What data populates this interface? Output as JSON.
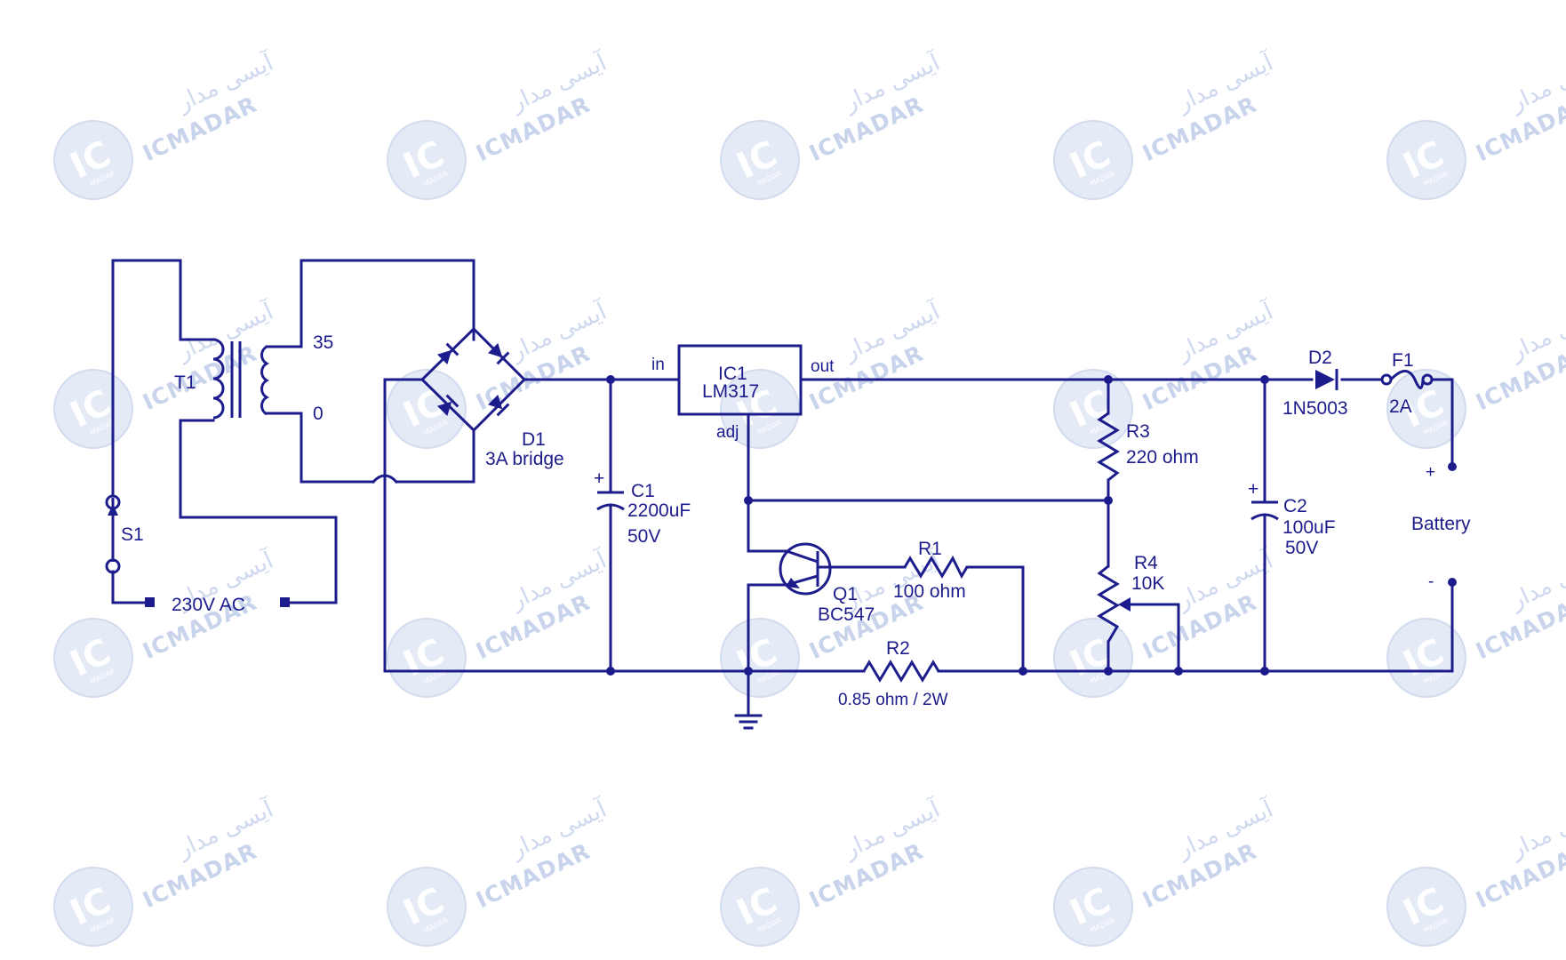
{
  "watermark": {
    "latin": "ICMADAR",
    "farsi": "آیسی مدار",
    "logo_mark": "IC",
    "logo_sub": "MADAR"
  },
  "transformer": {
    "ref": "T1",
    "tap_high": "35",
    "tap_low": "0"
  },
  "switch": {
    "ref": "S1"
  },
  "ac_source": {
    "label": "230V AC"
  },
  "bridge": {
    "ref": "D1",
    "value": "3A bridge"
  },
  "regulator": {
    "ref": "IC1",
    "part": "LM317",
    "pin_in": "in",
    "pin_out": "out",
    "pin_adj": "adj"
  },
  "c1": {
    "ref": "C1",
    "value": "2200uF",
    "voltage": "50V",
    "polarity": "+"
  },
  "c2": {
    "ref": "C2",
    "value": "100uF",
    "voltage": "50V",
    "polarity": "+"
  },
  "q1": {
    "ref": "Q1",
    "part": "BC547"
  },
  "r1": {
    "ref": "R1",
    "value": "100 ohm"
  },
  "r2": {
    "ref": "R2",
    "value": "0.85 ohm / 2W"
  },
  "r3": {
    "ref": "R3",
    "value": "220 ohm"
  },
  "r4": {
    "ref": "R4",
    "value": "10K"
  },
  "d2": {
    "ref": "D2",
    "part": "1N5003"
  },
  "f1": {
    "ref": "F1",
    "value": "2A"
  },
  "battery": {
    "label": "Battery",
    "plus": "+",
    "minus": "-"
  },
  "colors": {
    "ink": "#1c1c8c",
    "watermark": "#c8d3ec",
    "background": "#ffffff"
  }
}
